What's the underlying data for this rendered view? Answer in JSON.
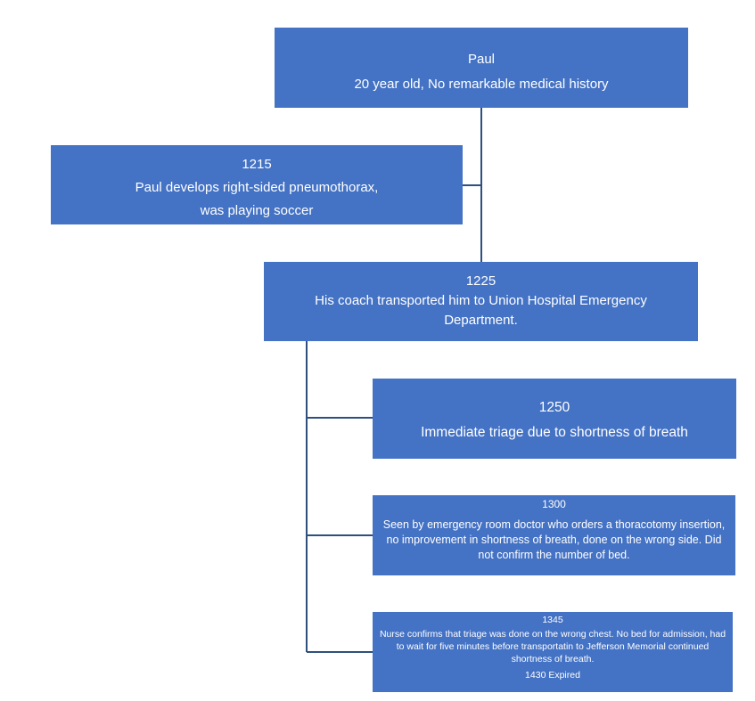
{
  "chart_colors": {
    "box_fill": "#4472c4",
    "box_text": "#ffffff",
    "connector": "#2f4f7f"
  },
  "root": {
    "name": "Paul",
    "description": "20 year old, No remarkable medical history"
  },
  "events": [
    {
      "time": "1215",
      "lines": [
        "Paul develops right-sided pneumothorax,",
        "was playing soccer"
      ]
    },
    {
      "time": "1225",
      "text": "His coach transported him to Union Hospital Emergency Department."
    },
    {
      "time": "1250",
      "text": "Immediate triage due to shortness of breath"
    },
    {
      "time": "1300",
      "text": "Seen by emergency room  doctor who orders a thoracotomy insertion, no improvement in shortness of breath, done on the wrong side. Did not confirm the number of bed."
    },
    {
      "time": "1345",
      "text": "Nurse confirms that triage was done on the wrong chest. No bed for admission, had to wait for five minutes before transportatin to Jefferson Memorial continued shortness of breath.",
      "footer": "1430 Expired"
    }
  ]
}
